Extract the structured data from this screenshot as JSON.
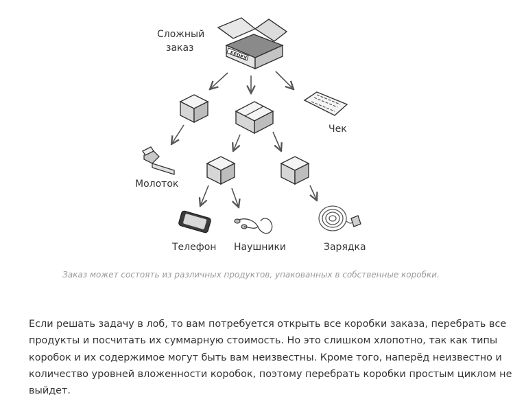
{
  "figure": {
    "labels": {
      "complex_order_line1": "Сложный",
      "complex_order_line2": "заказ",
      "fedex": "FEDEX",
      "receipt": "Чек",
      "hammer": "Молоток",
      "phone": "Телефон",
      "headphones": "Наушники",
      "charger": "Зарядка"
    },
    "caption": "Заказ может состоять из различных продуктов, упакованных в собственные коробки."
  },
  "article": {
    "paragraph_lines": [
      "Если решать задачу в лоб, то вам потребуется открыть все коробки заказа, перебрать все",
      "продукты и посчитать их суммарную стоимость. Но это слишком хлопотно, так как типы",
      "коробок и их содержимое могут быть вам неизвестны. Кроме того, наперёд неизвестно и",
      "количество уровней вложенности коробок, поэтому перебрать коробки простым циклом не",
      "выйдет."
    ]
  }
}
